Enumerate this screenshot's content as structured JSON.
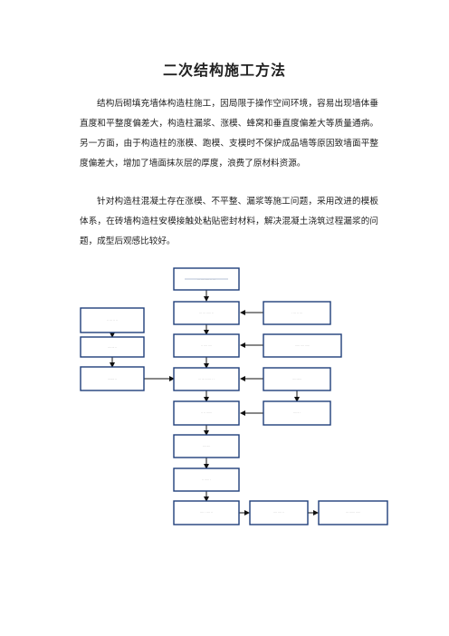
{
  "document": {
    "title": "二次结构施工方法",
    "paragraphs": [
      "结构后砌填充墙体构造柱施工，因局限于操作空间环境，容易出现墙体垂直度和平整度偏差大，构造柱漏浆、涨模、蜂窝和垂直度偏差大等质量通病。另一方面，由于构造柱的涨模、跑模、支模时不保护成品墙等原因致墙面平整度偏差大，增加了墙面抹灰层的厚度，浪费了原材料资源。",
      "针对构造柱混凝土存在涨模、不平整、漏浆等施工问题，采用改进的模板体系，在砖墙构造柱安模接触处粘贴密封材料，解决混凝土浇筑过程漏浆的问题，成型后观感比较好。"
    ]
  },
  "flowchart": {
    "boxes": [
      {
        "id": "b1",
        "label": "··· ···· ····· ·· ···"
      },
      {
        "id": "b2",
        "label": "··· ··· ····· ··"
      },
      {
        "id": "b3",
        "label": "·· ···· ····"
      },
      {
        "id": "b4",
        "label": "··· ··· ·· ···· · ·"
      },
      {
        "id": "b5",
        "label": "·· ·· ······"
      },
      {
        "id": "b6",
        "label": "···· ····"
      },
      {
        "id": "b7",
        "label": "·· ····· ·"
      },
      {
        "id": "b8",
        "label": "···· · ···· ··"
      },
      {
        "id": "l1",
        "label": "·· ··· ·· ··"
      },
      {
        "id": "l2",
        "label": "···· ··· ··"
      },
      {
        "id": "l3",
        "label": "········ ··"
      },
      {
        "id": "r1",
        "label": "· ··· ·· ···"
      },
      {
        "id": "r2",
        "label": "····· ···· ·····"
      },
      {
        "id": "r3",
        "label": "···· ······"
      },
      {
        "id": "r4",
        "label": "···· ·· ·"
      },
      {
        "id": "x1",
        "label": "···· ···· ··"
      },
      {
        "id": "x2",
        "label": "··· ······ ·····"
      }
    ]
  }
}
